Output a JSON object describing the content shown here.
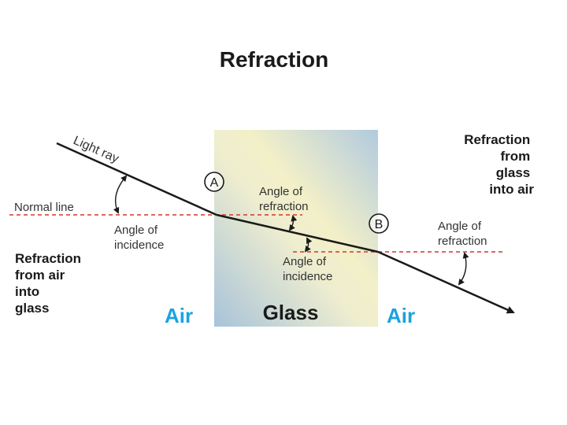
{
  "title": "Refraction",
  "labels": {
    "light_ray": "Light ray",
    "normal_line": "Normal line",
    "angle_incidence_1": [
      "Angle of",
      "incidence"
    ],
    "angle_refraction_1": [
      "Angle of",
      "refraction"
    ],
    "angle_incidence_2": [
      "Angle of",
      "incidence"
    ],
    "angle_refraction_2": [
      "Angle of",
      "refraction"
    ],
    "point_a": "A",
    "point_b": "B"
  },
  "captions": {
    "air_to_glass": [
      "Refraction",
      "from air",
      "into",
      "glass"
    ],
    "glass_to_air": [
      "Refraction",
      "from",
      "glass",
      "into air"
    ]
  },
  "media": {
    "left": "Air",
    "middle": "Glass",
    "right": "Air"
  },
  "colors": {
    "ray": "#1a1a1a",
    "normal_line": "#d9342b",
    "air_text": "#1aa3e0",
    "glass_light": "#f4f1c6",
    "glass_blue": "#a9c6dc"
  }
}
